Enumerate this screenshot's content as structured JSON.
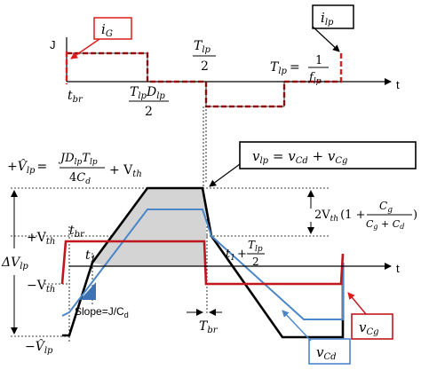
{
  "colors": {
    "gate_current": "#dd1c1c",
    "capacitor_cd": "#4a86c8",
    "capacitor_cg": "#c0171d",
    "lamp_voltage": "#000000",
    "shaded_region": "#d4d4d4",
    "slope_triangle": "#3d72b4"
  },
  "top_panel": {
    "y_axis_label": "J",
    "x_axis_label": "t",
    "box_iG": {
      "base": "i",
      "sub": "G"
    },
    "box_ilp": {
      "base": "i",
      "sub": "lp"
    },
    "label_tbr": {
      "base": "t",
      "sub": "br"
    },
    "label_TlpDlp_num_base": "T",
    "label_TlpDlp_num_sub1": "lp",
    "label_TlpDlp_num_mid": "D",
    "label_TlpDlp_num_sub2": "lp",
    "label_TlpDlp_den": "2",
    "label_Tlp_half_num_base": "T",
    "label_Tlp_half_num_sub": "lp",
    "label_Tlp_half_den": "2",
    "label_Tlp_eq_lhs_base": "T",
    "label_Tlp_eq_lhs_sub": "lp",
    "label_Tlp_eq_sign": "=",
    "label_Tlp_eq_num": "1",
    "label_Tlp_eq_den_base": "f",
    "label_Tlp_eq_den_sub": "lp"
  },
  "bottom_panel": {
    "x_axis_label": "t",
    "vlp_box": {
      "lhs_base": "v",
      "lhs_sub": "lp",
      "eq": " = ",
      "t1_base": "v",
      "t1_sub": "Cd",
      "plus": " + ",
      "t2_base": "v",
      "t2_sub": "Cg"
    },
    "vcg_box": {
      "base": "v",
      "sub": "Cg"
    },
    "vcd_box": {
      "base": "v",
      "sub": "Cd"
    },
    "peak_label": {
      "prefix": "+",
      "v_base": "V̂",
      "v_sub": "lp",
      "eq": "=",
      "num_J": "J",
      "num_D": "D",
      "num_D_sub": "lp",
      "num_T": "T",
      "num_T_sub": "lp",
      "den_4": "4",
      "den_C": "C",
      "den_C_sub": "d",
      "tail": "+ V",
      "tail_sub": "th"
    },
    "plus_vth": {
      "prefix": "+V",
      "sub": "th"
    },
    "minus_vth": {
      "prefix": "−V",
      "sub": "th"
    },
    "minus_vlp": {
      "prefix": "−",
      "base": "V̂",
      "sub": "lp"
    },
    "delta_vlp": {
      "base": "ΔV",
      "sub": "lp"
    },
    "t_br_label": {
      "base": "t",
      "sub": "br"
    },
    "t1_label": {
      "base": "t",
      "sub": "1"
    },
    "t1_plus_label": {
      "base": "t",
      "sub": "1",
      "plus": "+",
      "num_base": "T",
      "num_sub": "lp",
      "den": "2"
    },
    "Tbr_label": {
      "base": "T",
      "sub": "br"
    },
    "slope_label": "Slope=J/C",
    "slope_label_sub": "d",
    "vth_range": {
      "prefix": "2V",
      "prefix_sub": "th",
      "open": "(1 +",
      "num_base": "C",
      "num_sub": "g",
      "den_a_base": "C",
      "den_a_sub": "g",
      "den_plus": " + ",
      "den_b_base": "C",
      "den_b_sub": "d",
      "close": ")"
    }
  }
}
